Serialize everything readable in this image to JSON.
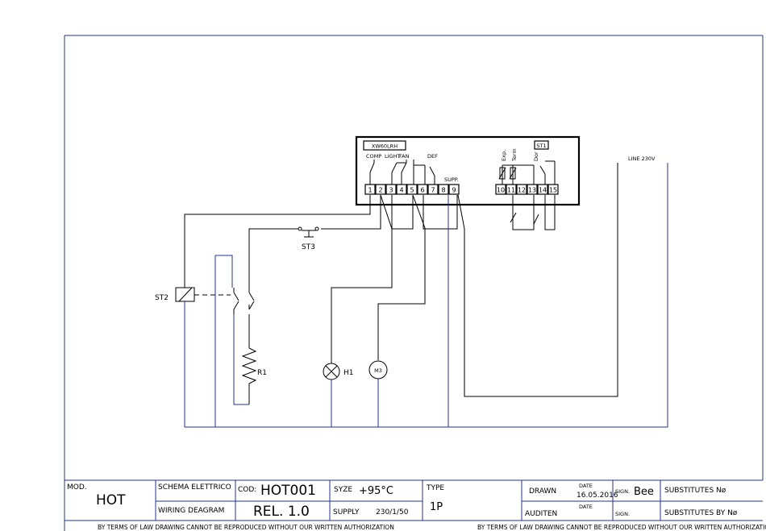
{
  "controller": {
    "model": "XW60LRH",
    "probe_box": "ST1",
    "labels": {
      "comp": "COMP",
      "light": "LIGHT",
      "fan": "FAN",
      "def": "DEF",
      "supp": "SUPP.",
      "exp": "Exp.",
      "term": "Term",
      "dor": "Dor"
    },
    "terminals": [
      "1",
      "2",
      "3",
      "4",
      "5",
      "6",
      "7",
      "8",
      "9",
      "10",
      "11",
      "12",
      "13",
      "14",
      "15"
    ]
  },
  "line_label": "LINE 230V",
  "components": {
    "st3": "ST3",
    "st2": "ST2",
    "r1": "R1",
    "h1": "H1",
    "m3": "M3"
  },
  "title_block": {
    "mod_label": "MOD.",
    "mod_value": "HOT",
    "schema_label": "SCHEMA ELETTRICO",
    "wiring_label": "WIRING DEAGRAM",
    "cod_label": "COD:",
    "cod_value": "HOT001",
    "rel_value": "REL. 1.0",
    "syze_label": "SYZE",
    "syze_value": "+95°C",
    "supply_label": "SUPPLY",
    "supply_value": "230/1/50",
    "type_label": "TYPE",
    "type_value": "1P",
    "drawn_label": "DRAWN",
    "date_label": "DATE",
    "date_value": "16.05.2016",
    "sign_label": "SIGN.",
    "sign_value": "Bee",
    "auditen_label": "AUDITEN",
    "date2_label": "DATE",
    "sign2_label": "SIGN.",
    "substitutes_label": "SUBSTITUTES Nø",
    "substitutes_by_label": "SUBSTITUTES BY Nø"
  },
  "footer": {
    "left": "BY TERMS OF LAW DRAWING CANNOT BE REPRODUCED WITHOUT OUR WRITTEN AUTHORIZATION",
    "right": "BY TERMS OF LAW DRAWING CANNOT BE REPRODUCED WITHOUT OUR WRITTEN AUTHORIZATION"
  },
  "colors": {
    "blue_wire": "#1f2fa8",
    "black": "#000000"
  }
}
